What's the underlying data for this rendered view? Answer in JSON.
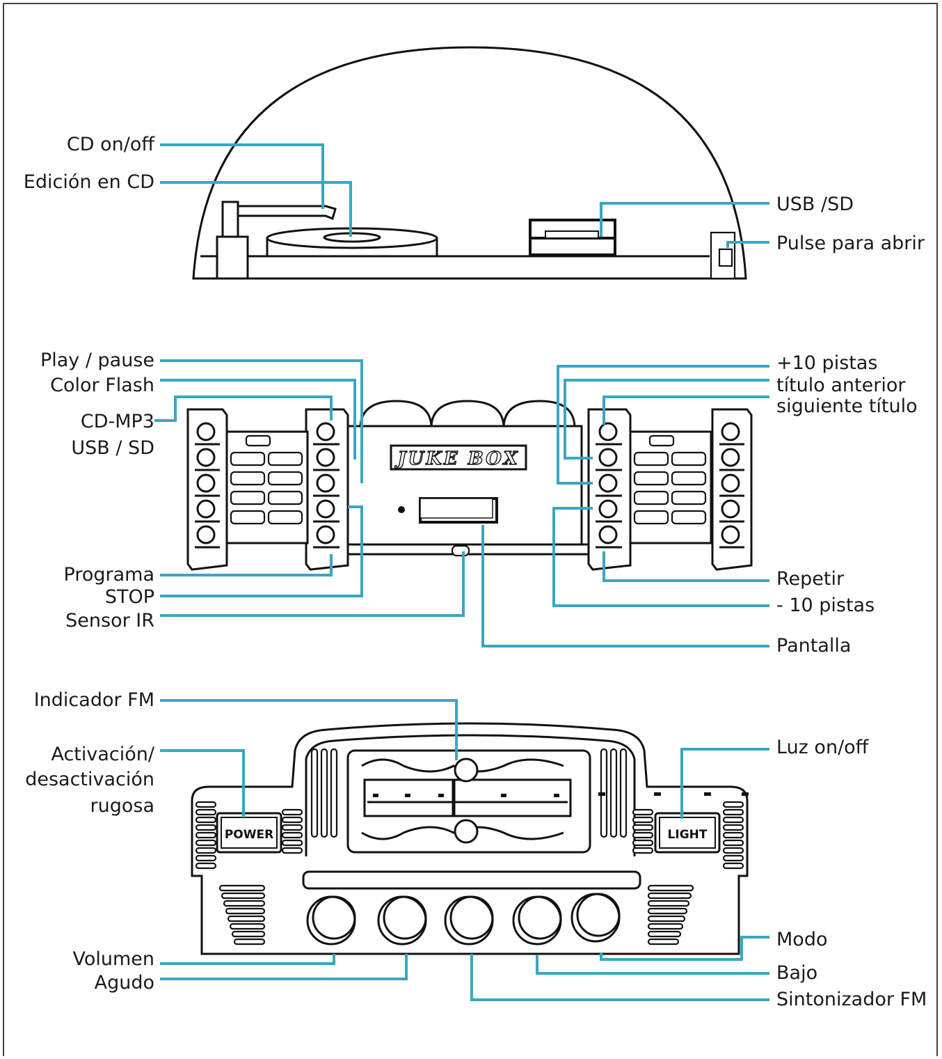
{
  "colors": {
    "leader": "#3aa6c3",
    "ink": "#111111",
    "frame": "#444444"
  },
  "top_labels": {
    "cd_onoff": "CD on/off",
    "cd_edition": "Edición en CD",
    "usb_sd": "USB /SD",
    "press_open": "Pulse para abrir"
  },
  "middle_labels": {
    "play_pause": "Play / pause",
    "color_flash": "Color Flash",
    "cd_mp3": "CD-MP3",
    "usb_sd": "USB / SD",
    "program": "Programa",
    "stop": "STOP",
    "ir_sensor": "Sensor IR",
    "plus10": "+10 pistas",
    "prev_title": "título anterior",
    "next_title": "siguiente título",
    "repeat": "Repetir",
    "minus10": "- 10 pistas",
    "display": "Pantalla"
  },
  "bottom_labels": {
    "fm_indicator": "Indicador FM",
    "activation_1": "Activación/",
    "activation_2": "desactivación",
    "activation_3": "rugosa",
    "light_onoff": "Luz on/off",
    "mode": "Modo",
    "bass": "Bajo",
    "volume": "Volumen",
    "treble": "Agudo",
    "fm_tuner": "Sintonizador FM"
  },
  "device_text": {
    "jukebox_logo": "JUKE BOX",
    "power_button": "POWER",
    "light_button": "LIGHT"
  }
}
